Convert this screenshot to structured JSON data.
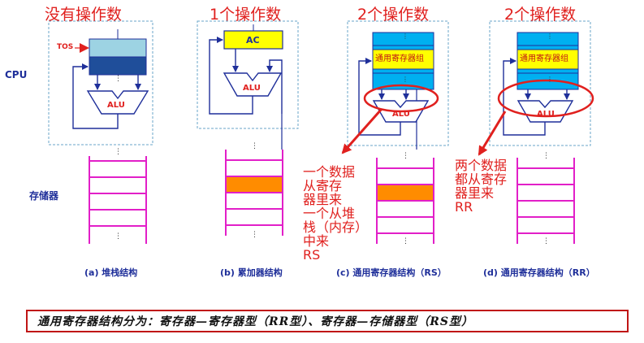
{
  "titles": {
    "a": "没有操作数",
    "b": "1个操作数",
    "c": "2个操作数",
    "d": "2个操作数"
  },
  "side_labels": {
    "cpu": "CPU",
    "memory": "存储器"
  },
  "regs": {
    "tos": "TOS",
    "ac": "AC",
    "gpr_c": "通用寄存器组",
    "gpr_d": "通用寄存器组"
  },
  "alu": {
    "a": "ALU",
    "b": "ALU",
    "c": "ALU",
    "d": "ALU"
  },
  "dots": "⋮",
  "captions": {
    "a": "(a) 堆栈结构",
    "b": "(b) 累加器结构",
    "c": "(c) 通用寄存器结构（RS）",
    "d": "(d) 通用寄存器结构（RR）"
  },
  "notes": {
    "c": [
      "一个数据",
      "从寄存",
      "器里来",
      "一个从堆",
      "栈（内存）",
      "中来",
      "RS"
    ],
    "d": [
      "两个数据",
      "都从寄存",
      "器里来",
      "RR"
    ]
  },
  "footer": "通用寄存器结构分为：寄存器—寄存器型（RR型）、寄存器—存储器型（RS型）",
  "colors": {
    "red": "#e0201e",
    "blue": "#1f2f9a",
    "magenta": "#e21fc8",
    "yellow": "#ffff00",
    "cyan": "#00b0f0",
    "lightblue": "#9dd3e3",
    "navy": "#1f4e9a",
    "orange": "#ff8c00",
    "dashed": "#6aa6c8"
  }
}
